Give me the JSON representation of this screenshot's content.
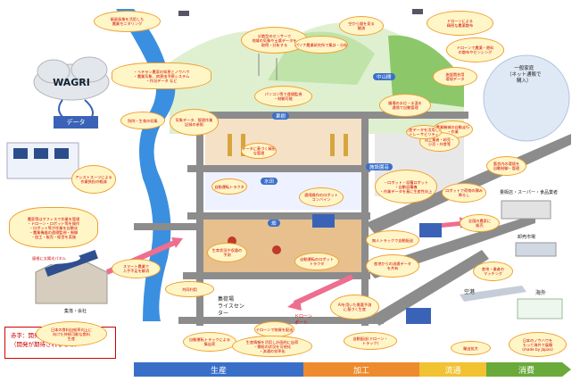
{
  "platform": {
    "name": "WAGRI",
    "data_label": "データ"
  },
  "legend": {
    "line1": "赤字：開発中",
    "line2": "（開発が期待されるもの）"
  },
  "stages": [
    "生産",
    "加工",
    "流通",
    "消費"
  ],
  "places": {
    "orchard_field": "果樹",
    "paddy": "水田",
    "field": "畑",
    "horticulture": "施設園芸",
    "hilly": "中山間",
    "collection": "集荷場\nライスセン\nター",
    "supermarket": "量販店・スーパー・食品業者",
    "market": "卸売市場",
    "airport": "空港",
    "overseas": "海外",
    "home": "一般家庭\n（ネット通販で\n購入）",
    "drone_port": "ドローン\nポート",
    "village": "集落・会社"
  },
  "notes": [
    "衛星画像を活用した\n農業モニタリング",
    "ドローンによる\n精密な農薬散布",
    "分散型のセンサーで\n地域の気象や土壌データを\n取得・分析する",
    "空から畑を見る\n観測",
    "ドローンで農薬・肥料\nの散布やセンシング",
    "パソナ農業研究所で集計・分析",
    "・ベテラン農家の知恵とノウハウ\n・農業気象、病害虫予察システム\n・作況データ など",
    "施設園芸用\n環境データ",
    "防除・生育の収集",
    "気象データ、管理作業\n記録の参照",
    "パソコン等で遠隔監視\n・制御可能",
    "圃場の水位・水温を\n遠隔で自動管理",
    "農業機械の自動走行\n・作業",
    "自動運転トラクタ",
    "遠隔操作のロボット\nコンバイン",
    "データに基づく精密\nな管理",
    "畜舎内の環境を\n自動制御・管理",
    "・ロボット・収穫ロボット\n・自動収穫機\n・作業データを基に生産性向上",
    "生育状況や収量の\n予測",
    "自動運転のロボット\nトラクタ",
    "アシストスーツによる\n作業負担の軽減",
    "農家等はオフィスで作業を管理\n・ドローン・ロボット等を操作\n・ロボット等が作業を自動化\n・農業機器の遠隔監視・制御\n・加工・販売・経営を実施",
    "屋根に太陽光パネル",
    "スマート農業で\n人手不足を解消",
    "共同利用",
    "日本の食料自給率向上に\n向けた持続可能な食料\n生産",
    "ドローンで物資を配送",
    "自動運転トラックによる\n集出荷",
    "生産情報を活用し計画的に出荷\n・需給の状況を可視化\n・流通の効率化",
    "AIを用いた需要予測\nに基づく生産",
    "無人トラックで自動配送",
    "産地からの流通データ\nを共有",
    "産地・業者の\nマッチング",
    "ロボットで荷物の積み\n降ろし",
    "自動配送(ドローン・\nトラック)",
    "加工業者・卸売・\n小売・外食等",
    "全国の農家に\n販売",
    "生産データを活用した\nトレーサビリティ",
    "輸出拡大",
    "日本のノウハウを\nもって海外で展開\n(made by Japan)"
  ]
}
